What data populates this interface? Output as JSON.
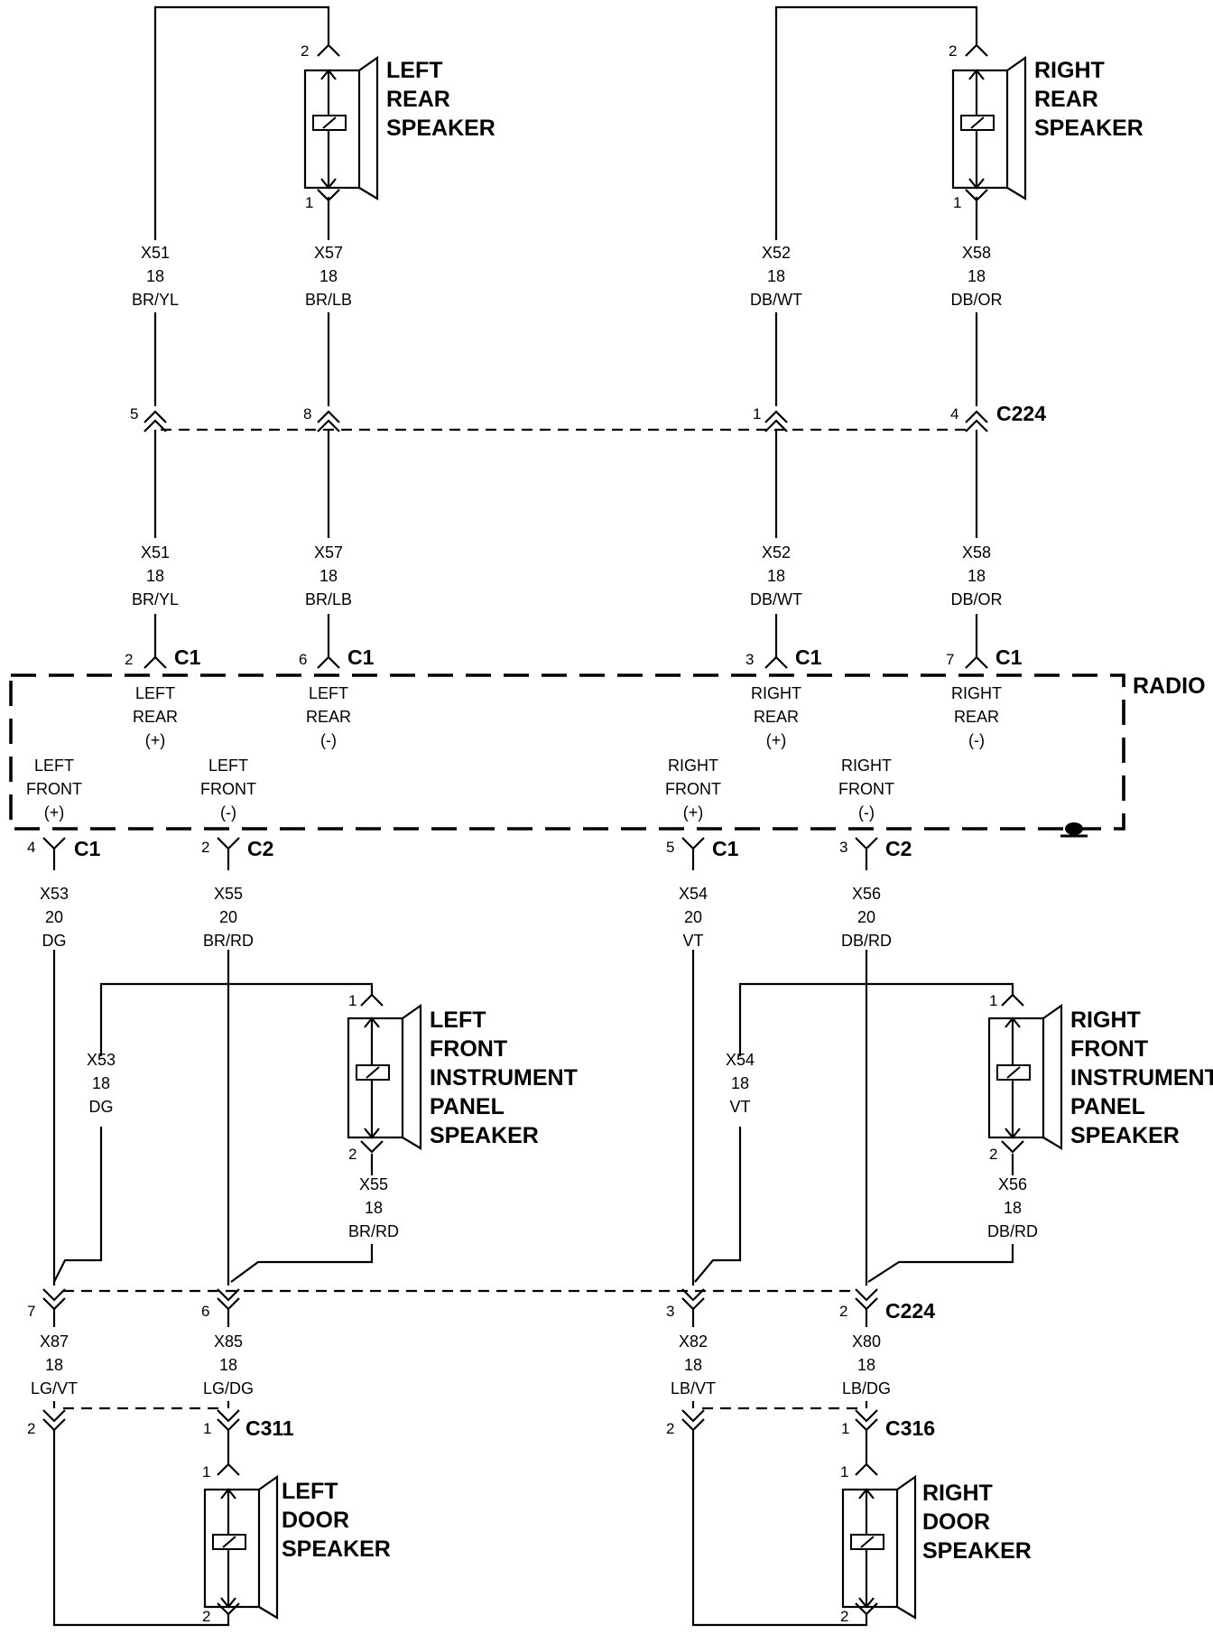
{
  "radio_label": "RADIO",
  "speakers": [
    {
      "id": "left-rear-speaker",
      "lines": [
        "LEFT",
        "REAR",
        "SPEAKER"
      ],
      "pin_top": "2",
      "pin_bottom": "1"
    },
    {
      "id": "right-rear-speaker",
      "lines": [
        "RIGHT",
        "REAR",
        "SPEAKER"
      ],
      "pin_top": "2",
      "pin_bottom": "1"
    },
    {
      "id": "left-front-ip-speaker",
      "lines": [
        "LEFT",
        "FRONT",
        "INSTRUMENT",
        "PANEL",
        "SPEAKER"
      ],
      "pin_top": "1",
      "pin_bottom": "2"
    },
    {
      "id": "right-front-ip-speaker",
      "lines": [
        "RIGHT",
        "FRONT",
        "INSTRUMENT",
        "PANEL",
        "SPEAKER"
      ],
      "pin_top": "1",
      "pin_bottom": "2"
    },
    {
      "id": "left-door-speaker",
      "lines": [
        "LEFT",
        "DOOR",
        "SPEAKER"
      ],
      "pin_top": "1",
      "pin_bottom": "2"
    },
    {
      "id": "right-door-speaker",
      "lines": [
        "RIGHT",
        "DOOR",
        "SPEAKER"
      ],
      "pin_top": "1",
      "pin_bottom": "2"
    }
  ],
  "wire_labels": [
    {
      "lines": [
        "X51",
        "18",
        "BR/YL"
      ]
    },
    {
      "lines": [
        "X57",
        "18",
        "BR/LB"
      ]
    },
    {
      "lines": [
        "X52",
        "18",
        "DB/WT"
      ]
    },
    {
      "lines": [
        "X58",
        "18",
        "DB/OR"
      ]
    },
    {
      "lines": [
        "X51",
        "18",
        "BR/YL"
      ]
    },
    {
      "lines": [
        "X57",
        "18",
        "BR/LB"
      ]
    },
    {
      "lines": [
        "X52",
        "18",
        "DB/WT"
      ]
    },
    {
      "lines": [
        "X58",
        "18",
        "DB/OR"
      ]
    },
    {
      "lines": [
        "X53",
        "20",
        "DG"
      ]
    },
    {
      "lines": [
        "X55",
        "20",
        "BR/RD"
      ]
    },
    {
      "lines": [
        "X54",
        "20",
        "VT"
      ]
    },
    {
      "lines": [
        "X56",
        "20",
        "DB/RD"
      ]
    },
    {
      "lines": [
        "X53",
        "18",
        "DG"
      ]
    },
    {
      "lines": [
        "X55",
        "18",
        "BR/RD"
      ]
    },
    {
      "lines": [
        "X54",
        "18",
        "VT"
      ]
    },
    {
      "lines": [
        "X56",
        "18",
        "DB/RD"
      ]
    },
    {
      "lines": [
        "X87",
        "18",
        "LG/VT"
      ]
    },
    {
      "lines": [
        "X85",
        "18",
        "LG/DG"
      ]
    },
    {
      "lines": [
        "X82",
        "18",
        "LB/VT"
      ]
    },
    {
      "lines": [
        "X80",
        "18",
        "LB/DG"
      ]
    }
  ],
  "radio_terminals": [
    {
      "lines": [
        "LEFT",
        "REAR",
        "(+)"
      ],
      "pin": "2",
      "connector": "C1"
    },
    {
      "lines": [
        "LEFT",
        "REAR",
        "(-)"
      ],
      "pin": "6",
      "connector": "C1"
    },
    {
      "lines": [
        "RIGHT",
        "REAR",
        "(+)"
      ],
      "pin": "3",
      "connector": "C1"
    },
    {
      "lines": [
        "RIGHT",
        "REAR",
        "(-)"
      ],
      "pin": "7",
      "connector": "C1"
    },
    {
      "lines": [
        "LEFT",
        "FRONT",
        "(+)"
      ],
      "pin": "4",
      "connector": "C1"
    },
    {
      "lines": [
        "LEFT",
        "FRONT",
        "(-)"
      ],
      "pin": "2",
      "connector": "C2"
    },
    {
      "lines": [
        "RIGHT",
        "FRONT",
        "(+)"
      ],
      "pin": "5",
      "connector": "C1"
    },
    {
      "lines": [
        "RIGHT",
        "FRONT",
        "(-)"
      ],
      "pin": "3",
      "connector": "C2"
    }
  ],
  "inline_connectors": [
    {
      "name": "C224",
      "pins": [
        "5",
        "8",
        "1",
        "4"
      ]
    },
    {
      "name": "C224",
      "pins": [
        "7",
        "6",
        "3",
        "2"
      ]
    },
    {
      "name": "C311",
      "pins": [
        "2",
        "1"
      ]
    },
    {
      "name": "C316",
      "pins": [
        "2",
        "1"
      ]
    }
  ]
}
